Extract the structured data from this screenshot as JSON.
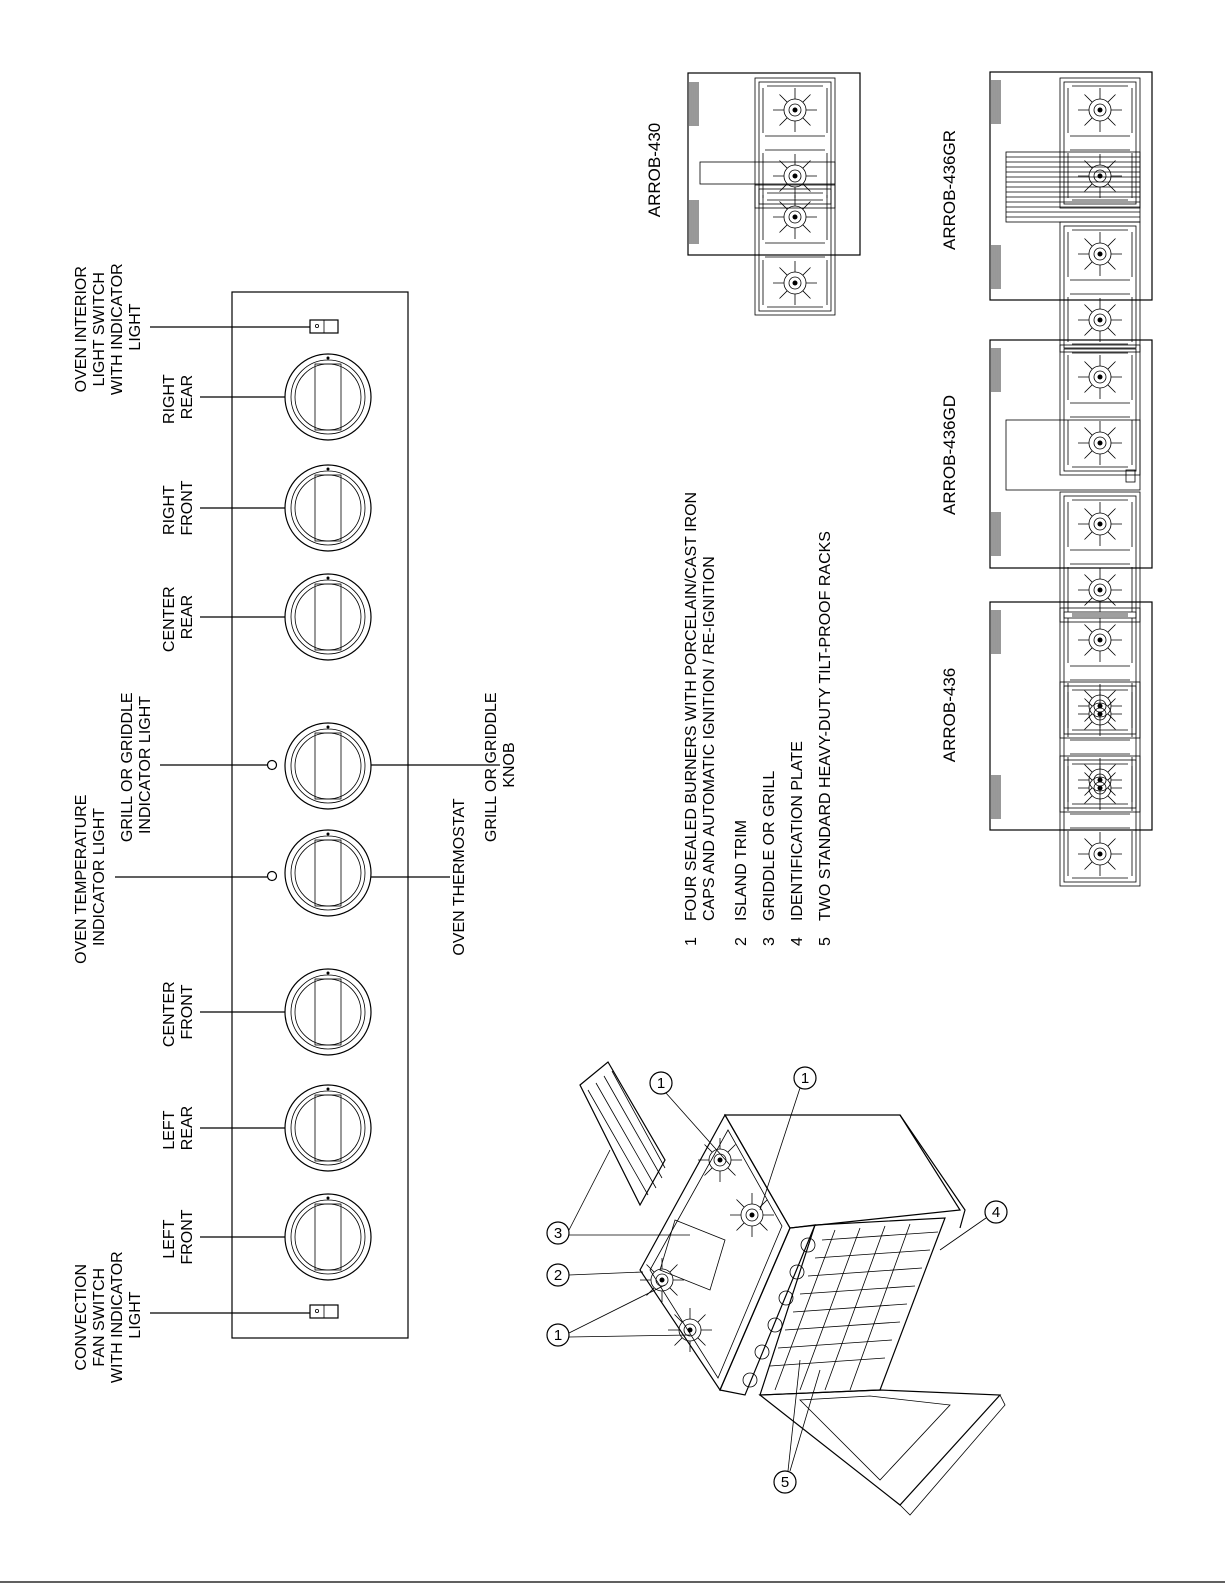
{
  "labels": {
    "convection": [
      "CONVECTION",
      "FAN SWITCH",
      "WITH INDICATOR",
      "LIGHT"
    ],
    "left_front": [
      "LEFT",
      "FRONT"
    ],
    "left_rear": [
      "LEFT",
      "REAR"
    ],
    "center_front": [
      "CENTER",
      "FRONT"
    ],
    "oven_temp": [
      "OVEN TEMPERATURE",
      "INDICATOR LIGHT"
    ],
    "grill_light": [
      "GRILL OR GRIDDLE",
      "INDICATOR LIGHT"
    ],
    "center_rear": [
      "CENTER",
      "REAR"
    ],
    "right_front": [
      "RIGHT",
      "FRONT"
    ],
    "right_rear": [
      "RIGHT",
      "REAR"
    ],
    "interior_light": [
      "OVEN INTERIOR",
      "LIGHT SWITCH",
      "WITH INDICATOR",
      "LIGHT"
    ],
    "oven_thermostat": "OVEN THERMOSTAT",
    "grill_knob": [
      "GRILL OR GRIDDLE",
      "KNOB"
    ]
  },
  "components": [
    {
      "num": "1",
      "lines": [
        "FOUR SEALED BURNERS WITH PORCELAIN/CAST IRON",
        "CAPS AND AUTOMATIC IGNITION / RE-IGNITION"
      ]
    },
    {
      "num": "2",
      "lines": [
        "ISLAND TRIM"
      ]
    },
    {
      "num": "3",
      "lines": [
        "GRIDDLE OR GRILL"
      ]
    },
    {
      "num": "4",
      "lines": [
        "IDENTIFICATION PLATE"
      ]
    },
    {
      "num": "5",
      "lines": [
        "TWO STANDARD HEAVY-DUTY TILT-PROOF RACKS"
      ]
    }
  ],
  "models": {
    "m430": "ARROB-430",
    "m436gr": "ARROB-436GR",
    "m436gd": "ARROB-436GD",
    "m436": "ARROB-436"
  },
  "callouts": {
    "c1a": "1",
    "c1b": "1",
    "c1c": "1",
    "c2": "2",
    "c3": "3",
    "c4": "4",
    "c5": "5"
  }
}
